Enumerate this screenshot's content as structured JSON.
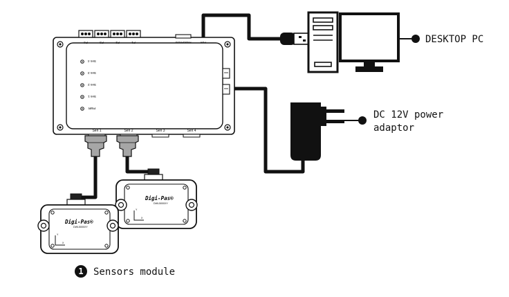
{
  "labels": {
    "desktop_pc": "DESKTOP PC",
    "power_line1": "DC 12V power",
    "power_line2": "adaptor",
    "sensors_module": "Sensors module",
    "sensors_number": "1"
  },
  "controller": {
    "top_terminals": [
      "P4",
      "P3",
      "P2",
      "P1"
    ],
    "usb_port_label": "RS485/RS232",
    "pwr_port_label": "PWR",
    "leds": [
      "Sen 4",
      "Sen 3",
      "Sen 2",
      "Sen 1",
      "PWR"
    ],
    "bottom_ports": [
      "Sen 1",
      "Sen 2",
      "Sen 3",
      "Sen 4"
    ]
  },
  "sensor_module": {
    "brand": "Digi-Pas®",
    "model": "DWL5000XY"
  },
  "colors": {
    "line": "#111111",
    "background": "#ffffff"
  }
}
